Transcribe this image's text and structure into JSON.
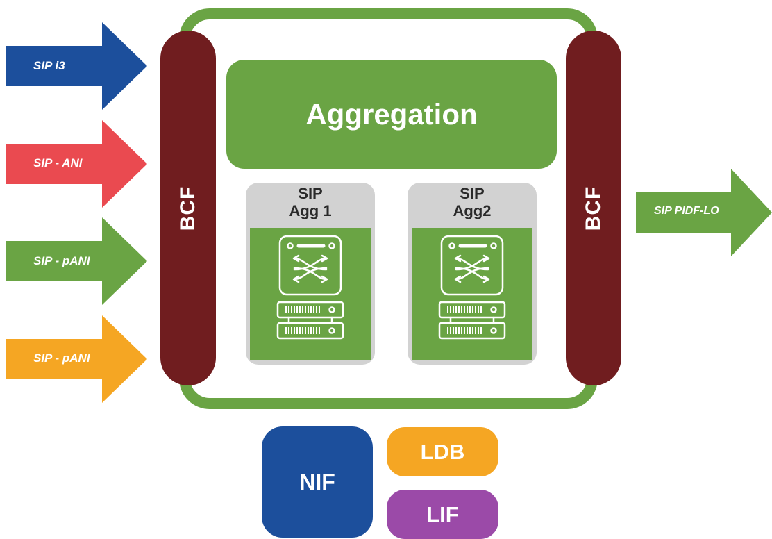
{
  "inputs": [
    {
      "label": "SIP i3",
      "color": "#1c4f9c"
    },
    {
      "label": "SIP - ANI",
      "color": "#ea4a50"
    },
    {
      "label": "SIP - pANI",
      "color": "#6aa444"
    },
    {
      "label": "SIP - pANI",
      "color": "#f5a623"
    }
  ],
  "output": {
    "label": "SIP PIDF-LO",
    "color": "#6aa444"
  },
  "bcf": {
    "left_label": "BCF",
    "right_label": "BCF",
    "color": "#701d1f"
  },
  "aggregation": {
    "label": "Aggregation",
    "color": "#6aa444"
  },
  "agg_nodes": [
    {
      "title_line1": "SIP",
      "title_line2": "Agg 1",
      "icon": "server-switch-icon"
    },
    {
      "title_line1": "SIP",
      "title_line2": "Agg2",
      "icon": "server-switch-icon"
    }
  ],
  "services": {
    "nif": {
      "label": "NIF",
      "color": "#1c4f9c"
    },
    "ldb": {
      "label": "LDB",
      "color": "#f5a623"
    },
    "lif": {
      "label": "LIF",
      "color": "#9b4aa8"
    }
  }
}
